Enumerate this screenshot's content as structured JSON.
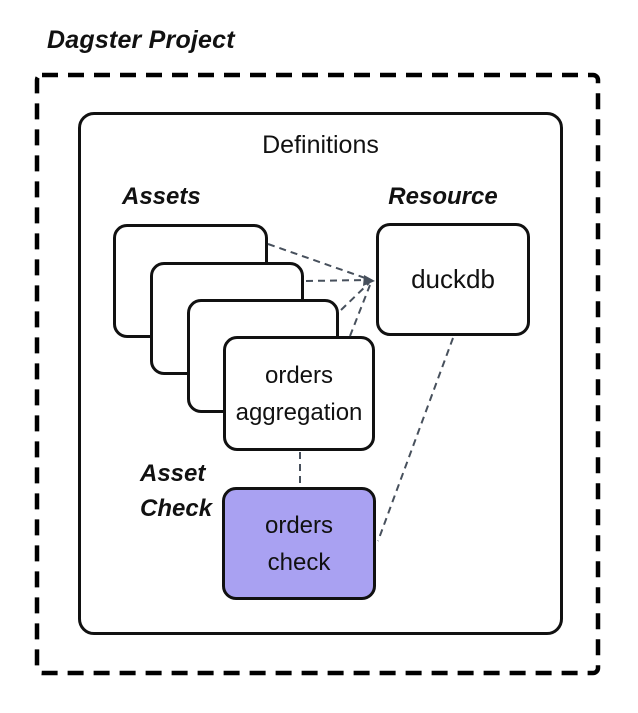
{
  "diagram": {
    "title": "Dagster Project",
    "definitions": {
      "label": "Definitions"
    },
    "assets": {
      "group_label": "Assets",
      "stack_count": 4,
      "front_card": {
        "line1": "orders",
        "line2": "aggregation"
      }
    },
    "resource": {
      "group_label": "Resource",
      "node_label": "duckdb"
    },
    "asset_check": {
      "group_label_line1": "Asset",
      "group_label_line2": "Check",
      "node_line1": "orders",
      "node_line2": "check"
    },
    "colors": {
      "asset_check_fill": "#a9a1f2",
      "connector": "#47505c",
      "box_border": "#111111",
      "outer_border": "#000000"
    }
  }
}
